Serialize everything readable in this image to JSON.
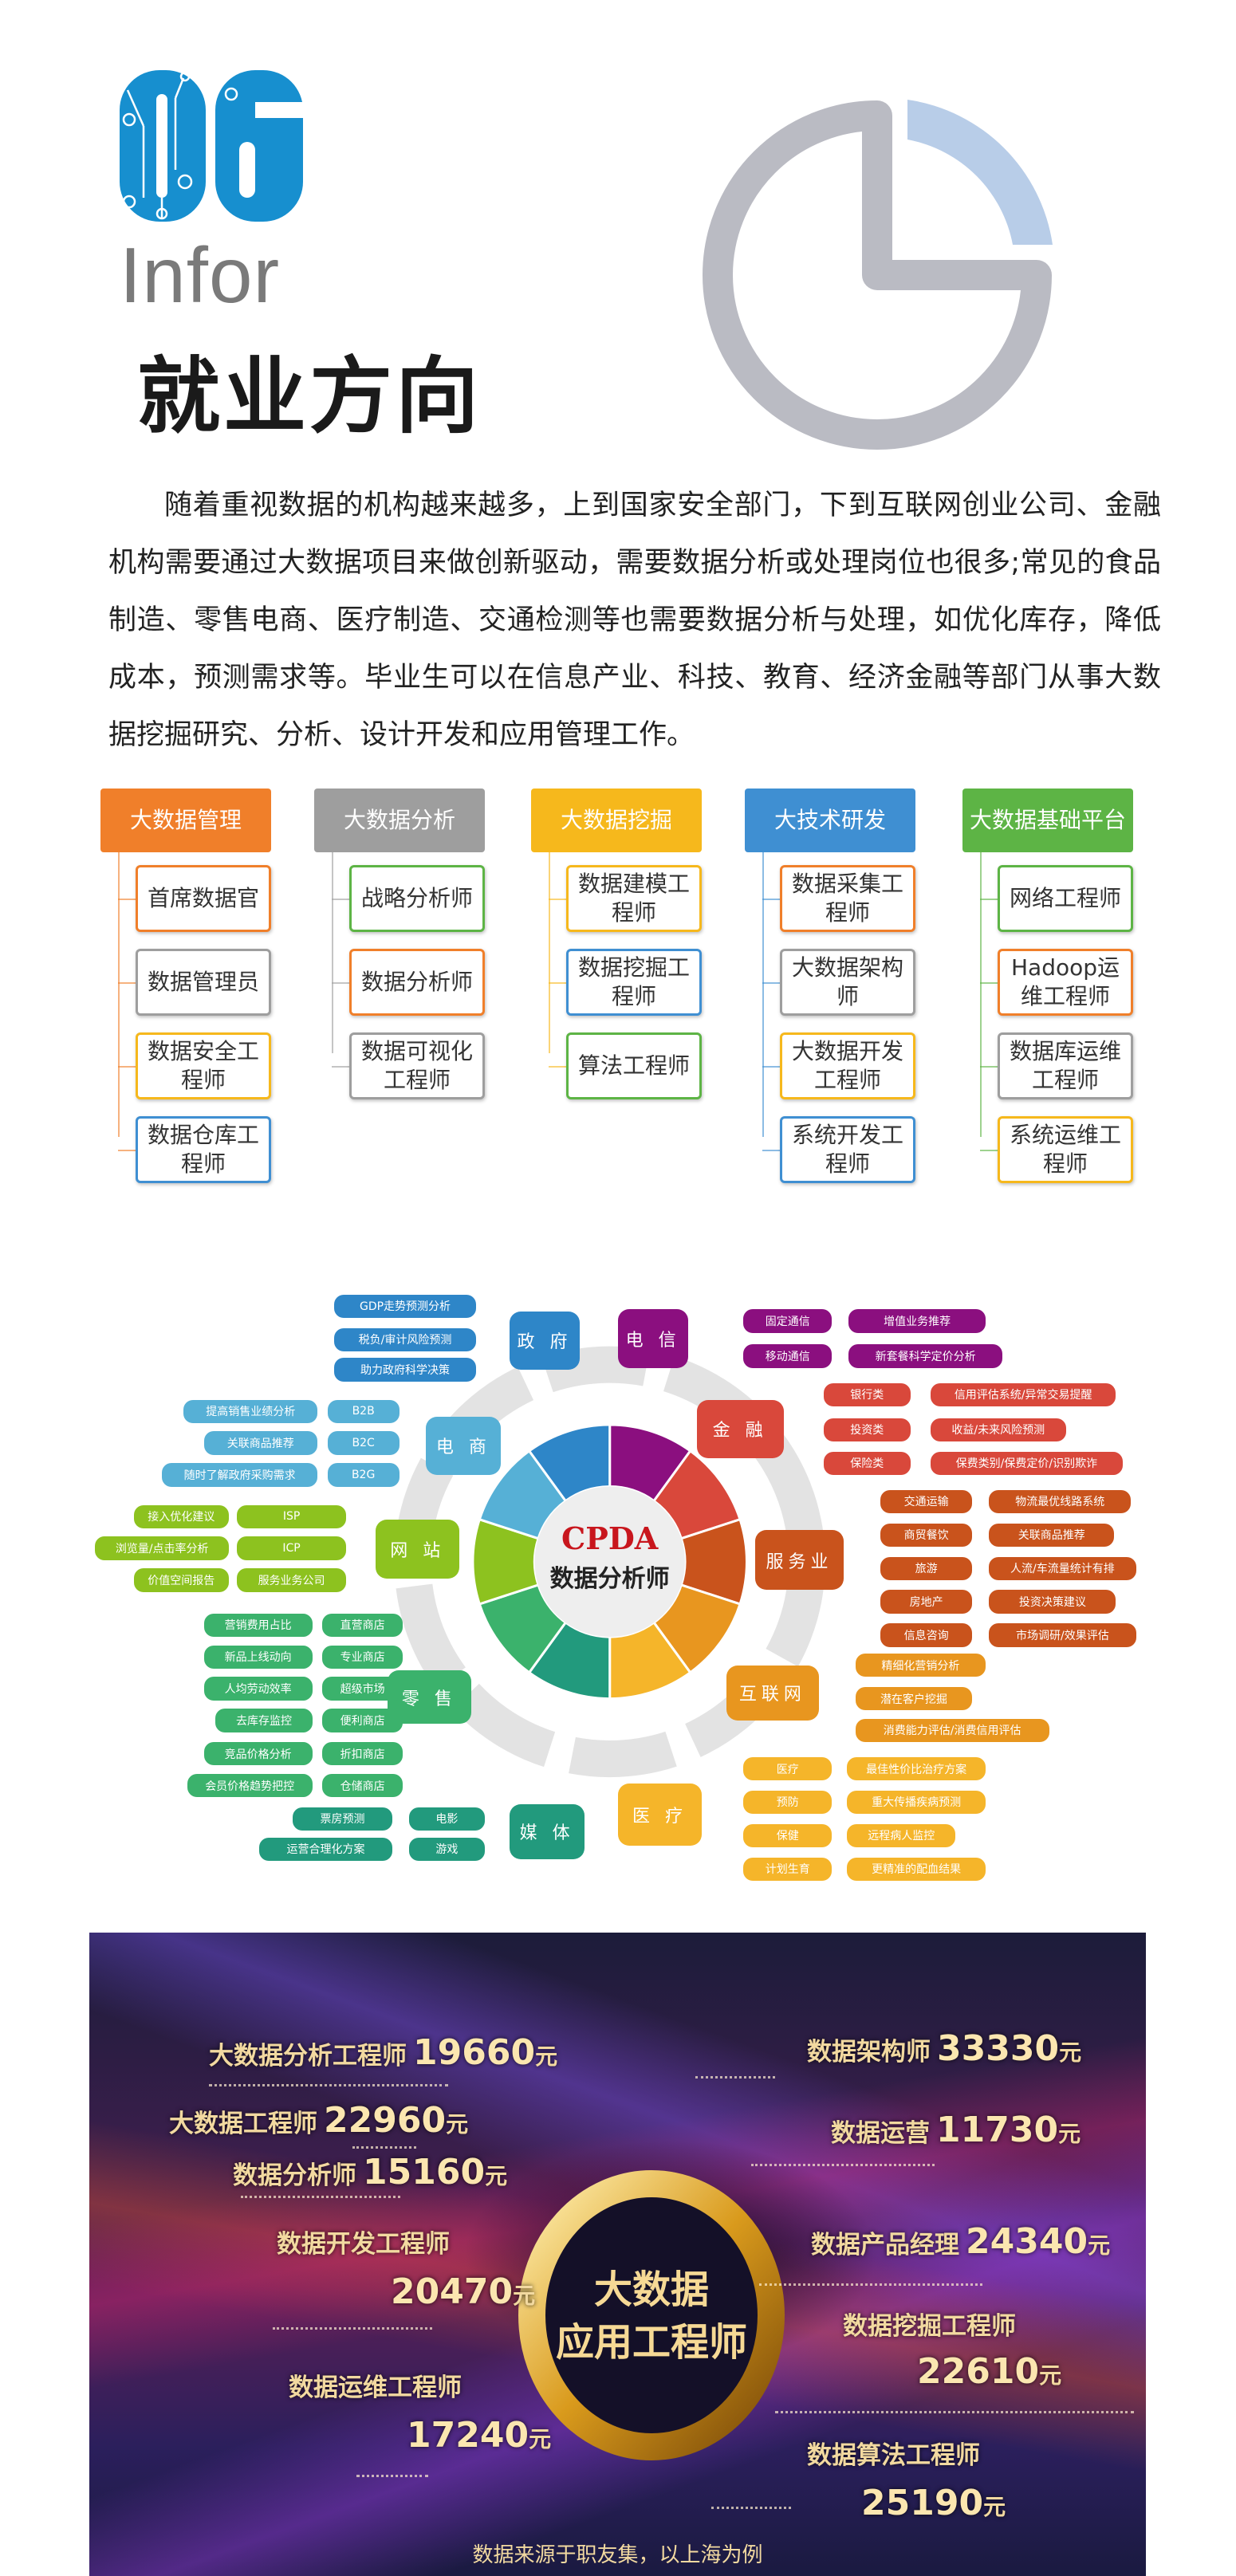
{
  "header": {
    "number": "06",
    "subtitle": "Infor",
    "title": "就业方向",
    "colors": {
      "number": "#178fcf",
      "pie_main": "#babbc3",
      "pie_slice": "#b8cde8"
    }
  },
  "intro": "随着重视数据的机构越来越多，上到国家安全部门，下到互联网创业公司、金融机构需要通过大数据项目来做创新驱动，需要数据分析或处理岗位也很多;常见的食品制造、零售电商、医疗制造、交通检测等也需要数据分析与处理，如优化库存，降低成本，预测需求等。毕业生可以在信息产业、科技、教育、经济金融等部门从事大数据挖掘研究、分析、设计开发和应用管理工作。",
  "org_chart": [
    {
      "label": "大数据管理",
      "color": "#f07f2a",
      "jobs": [
        {
          "label": "首席数据官",
          "color": "#f07f2a"
        },
        {
          "label": "数据管理员",
          "color": "#9e9e9e"
        },
        {
          "label": "数据安全工程师",
          "color": "#f6b81c"
        },
        {
          "label": "数据仓库工程师",
          "color": "#3f8fd2"
        }
      ]
    },
    {
      "label": "大数据分析",
      "color": "#9e9e9e",
      "jobs": [
        {
          "label": "战略分析师",
          "color": "#5db445"
        },
        {
          "label": "数据分析师",
          "color": "#f07f2a"
        },
        {
          "label": "数据可视化工程师",
          "color": "#9e9e9e"
        }
      ]
    },
    {
      "label": "大数据挖掘",
      "color": "#f6b81c",
      "jobs": [
        {
          "label": "数据建模工程师",
          "color": "#f6b81c"
        },
        {
          "label": "数据挖掘工程师",
          "color": "#3f8fd2"
        },
        {
          "label": "算法工程师",
          "color": "#5db445"
        }
      ]
    },
    {
      "label": "大技术研发",
      "color": "#3f8fd2",
      "jobs": [
        {
          "label": "数据采集工程师",
          "color": "#f07f2a"
        },
        {
          "label": "大数据架构师",
          "color": "#9e9e9e"
        },
        {
          "label": "大数据开发工程师",
          "color": "#f6b81c"
        },
        {
          "label": "系统开发工程师",
          "color": "#3f8fd2"
        }
      ]
    },
    {
      "label": "大数据基础平台",
      "color": "#5db445",
      "jobs": [
        {
          "label": "网络工程师",
          "color": "#5db445"
        },
        {
          "label": "Hadoop运维工程师",
          "color": "#f07f2a"
        },
        {
          "label": "数据库运维工程师",
          "color": "#9e9e9e"
        },
        {
          "label": "系统运维工程师",
          "color": "#f6b81c"
        }
      ]
    }
  ],
  "industry_diagram": {
    "center": {
      "brand": "CPDA",
      "label": "数据分析师"
    },
    "sectors": [
      {
        "label": "政 府",
        "color": "#2e86c8",
        "leaves": [
          [
            "GDP走势预测分析"
          ],
          [
            "税负/审计风险预测"
          ],
          [
            "助力政府科学决策"
          ]
        ]
      },
      {
        "label": "电 信",
        "color": "#8b0f7f",
        "leaves": [
          [
            "固定通信",
            "增值业务推荐"
          ],
          [
            "移动通信",
            "新套餐科学定价分析"
          ]
        ]
      },
      {
        "label": "金 融",
        "color": "#d9483b",
        "leaves": [
          [
            "银行类",
            "信用评估系统/异常交易提醒"
          ],
          [
            "投资类",
            "收益/未来风险预测"
          ],
          [
            "保险类",
            "保费类别/保费定价/识别欺诈"
          ]
        ]
      },
      {
        "label": "服务业",
        "color": "#c9531c",
        "leaves": [
          [
            "交通运输",
            "物流最优线路系统"
          ],
          [
            "商贸餐饮",
            "关联商品推荐"
          ],
          [
            "旅游",
            "人流/车流量统计有排"
          ],
          [
            "房地产",
            "投资决策建议"
          ],
          [
            "信息咨询",
            "市场调研/效果评估"
          ]
        ]
      },
      {
        "label": "互联网",
        "color": "#e8961f",
        "leaves": [
          [
            "精细化营销分析"
          ],
          [
            "潜在客户挖掘"
          ],
          [
            "消费能力评估/消费信用评估"
          ]
        ]
      },
      {
        "label": "医 疗",
        "color": "#f5b52a",
        "leaves": [
          [
            "医疗",
            "最佳性价比治疗方案"
          ],
          [
            "预防",
            "重大传播疾病预测"
          ],
          [
            "保健",
            "远程病人监控"
          ],
          [
            "计划生育",
            "更精准的配血结果"
          ]
        ]
      },
      {
        "label": "媒 体",
        "color": "#229a7d",
        "leaves": [
          [
            "票房预测",
            "电影"
          ],
          [
            "运营合理化方案",
            "游戏"
          ]
        ]
      },
      {
        "label": "零 售",
        "color": "#3bb26c",
        "leaves": [
          [
            "营销费用占比",
            "直营商店"
          ],
          [
            "新品上线动向",
            "专业商店"
          ],
          [
            "人均劳动效率",
            "超级市场"
          ],
          [
            "去库存监控",
            "便利商店"
          ],
          [
            "竞品价格分析",
            "折扣商店"
          ],
          [
            "会员价格趋势把控",
            "仓储商店"
          ]
        ]
      },
      {
        "label": "网 站",
        "color": "#8dc21f",
        "leaves": [
          [
            "接入优化建议",
            "ISP"
          ],
          [
            "浏览量/点击率分析",
            "ICP"
          ],
          [
            "价值空间报告",
            "服务业务公司"
          ]
        ]
      },
      {
        "label": "电 商",
        "color": "#56b0d6",
        "leaves": [
          [
            "提高销售业绩分析",
            "B2B"
          ],
          [
            "关联商品推荐",
            "B2C"
          ],
          [
            "随时了解政府采购需求",
            "B2G"
          ]
        ]
      }
    ]
  },
  "salaries": {
    "center_line1": "大数据",
    "center_line2": "应用工程师",
    "unit": "元",
    "items": [
      {
        "name": "大数据分析工程师",
        "value": "19660"
      },
      {
        "name": "大数据工程师",
        "value": "22960"
      },
      {
        "name": "数据分析师",
        "value": "15160"
      },
      {
        "name": "数据开发工程师",
        "value": "20470"
      },
      {
        "name": "数据运维工程师",
        "value": "17240"
      },
      {
        "name": "数据架构师",
        "value": "33330"
      },
      {
        "name": "数据运营",
        "value": "11730"
      },
      {
        "name": "数据产品经理",
        "value": "24340"
      },
      {
        "name": "数据挖掘工程师",
        "value": "22610"
      },
      {
        "name": "数据算法工程师",
        "value": "25190"
      }
    ],
    "source": "数据来源于职友集，以上海为例"
  }
}
